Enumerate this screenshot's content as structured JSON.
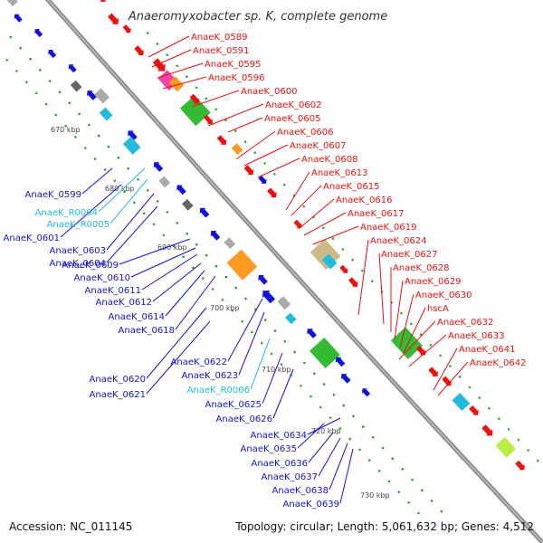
{
  "title": "Anaeromyxobacter sp. K, complete genome",
  "footer": {
    "accession": "Accession: NC_011145",
    "summary": "Topology: circular; Length: 5,061,632 bp; Genes: 4,512"
  },
  "colors": {
    "forward": "#ee1111",
    "reverse": "#1111dd",
    "rna": "#22bbdd",
    "backbone": "#888888"
  },
  "ticks": [
    "670 kbp",
    "680 kbp",
    "690 kbp",
    "700 kbp",
    "710 kbp",
    "720 kbp",
    "730 kbp"
  ],
  "right_labels": [
    "AnaeK_0589",
    "AnaeK_0591",
    "AnaeK_0595",
    "AnaeK_0596",
    "AnaeK_0600",
    "AnaeK_0602",
    "AnaeK_0605",
    "AnaeK_0606",
    "AnaeK_0607",
    "AnaeK_0608",
    "AnaeK_0613",
    "AnaeK_0615",
    "AnaeK_0616",
    "AnaeK_0617",
    "AnaeK_0619",
    "AnaeK_0624",
    "AnaeK_0627",
    "AnaeK_0628",
    "AnaeK_0629",
    "AnaeK_0630",
    "hscA",
    "AnaeK_0632",
    "AnaeK_0633",
    "AnaeK_0641",
    "AnaeK_0642"
  ],
  "left_labels": [
    {
      "text": "AnaeK_0599",
      "type": "reverse"
    },
    {
      "text": "AnaeK_R0004",
      "type": "rna"
    },
    {
      "text": "AnaeK_R0005",
      "type": "rna"
    },
    {
      "text": "AnaeK_0601",
      "type": "reverse"
    },
    {
      "text": "AnaeK_0603",
      "type": "reverse"
    },
    {
      "text": "AnaeK_0604",
      "type": "reverse"
    },
    {
      "text": "AnaeK_0609",
      "type": "reverse"
    },
    {
      "text": "AnaeK_0610",
      "type": "reverse"
    },
    {
      "text": "AnaeK_0611",
      "type": "reverse"
    },
    {
      "text": "AnaeK_0612",
      "type": "reverse"
    },
    {
      "text": "AnaeK_0614",
      "type": "reverse"
    },
    {
      "text": "AnaeK_0618",
      "type": "reverse"
    },
    {
      "text": "AnaeK_0622",
      "type": "reverse"
    },
    {
      "text": "AnaeK_0620",
      "type": "reverse"
    },
    {
      "text": "AnaeK_0623",
      "type": "reverse"
    },
    {
      "text": "AnaeK_0621",
      "type": "reverse"
    },
    {
      "text": "AnaeK_R0006",
      "type": "rna"
    },
    {
      "text": "AnaeK_0625",
      "type": "reverse"
    },
    {
      "text": "AnaeK_0626",
      "type": "reverse"
    },
    {
      "text": "AnaeK_0634",
      "type": "reverse"
    },
    {
      "text": "AnaeK_0635",
      "type": "reverse"
    },
    {
      "text": "AnaeK_0636",
      "type": "reverse"
    },
    {
      "text": "AnaeK_0637",
      "type": "reverse"
    },
    {
      "text": "AnaeK_0638",
      "type": "reverse"
    },
    {
      "text": "AnaeK_0639",
      "type": "reverse"
    }
  ]
}
